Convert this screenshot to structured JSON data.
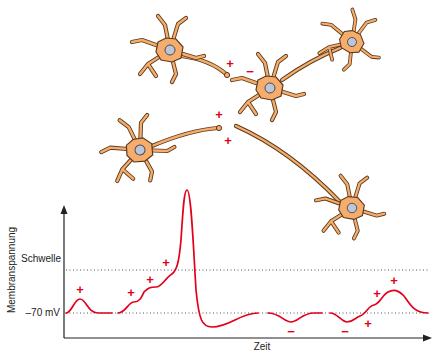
{
  "diagram": {
    "labels": [
      "+",
      "−",
      "+",
      "+",
      "Membranspannung",
      "Schwelle",
      "–70 mV",
      "+",
      "+",
      "+",
      "+",
      "−",
      "−",
      "+",
      "+",
      "+",
      "Zeit"
    ]
  }
}
